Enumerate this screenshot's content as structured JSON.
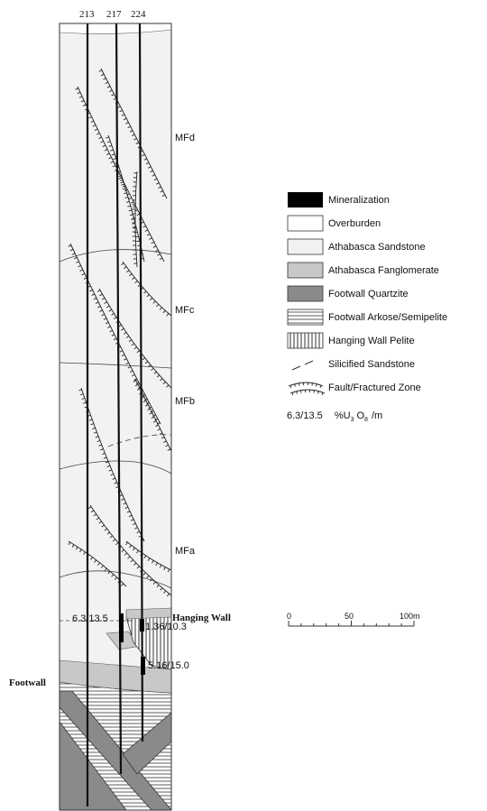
{
  "drillholes": [
    "213",
    "217",
    "224"
  ],
  "zones": [
    "MFd",
    "MFc",
    "MFb",
    "MFa"
  ],
  "labels": {
    "hanging_wall": "Hanging Wall",
    "footwall": "Footwall"
  },
  "intercepts": [
    "6.3/13.5",
    "1.36/10.3",
    "5.16/15.0"
  ],
  "legend": {
    "items": [
      {
        "label": "Mineralization",
        "symbol": "mineralization"
      },
      {
        "label": "Overburden",
        "symbol": "overburden"
      },
      {
        "label": "Athabasca Sandstone",
        "symbol": "sandstone"
      },
      {
        "label": "Athabasca Fanglomerate",
        "symbol": "fanglomerate"
      },
      {
        "label": "Footwall Quartzite",
        "symbol": "quartzite"
      },
      {
        "label": "Footwall Arkose/Semipelite",
        "symbol": "arkose"
      },
      {
        "label": "Hanging Wall Pelite",
        "symbol": "pelite"
      },
      {
        "label": "Silicified Sandstone",
        "symbol": "silicified"
      },
      {
        "label": "Fault/Fractured Zone",
        "symbol": "fault"
      }
    ],
    "grade_example": "6.3/13.5",
    "grade_units_prefix": "%U",
    "grade_units_sub1": "3",
    "grade_units_mid": "O",
    "grade_units_sub2": "8",
    "grade_units_suffix": "/m"
  },
  "scale_bar": {
    "ticks": [
      "0",
      "50",
      "100m"
    ]
  },
  "colors": {
    "mineralization": "#000000",
    "overburden": "#ffffff",
    "sandstone": "#f2f2f2",
    "fanglomerate": "#c8c8c8",
    "quartzite": "#8a8a8a",
    "line": "#1a1a1a"
  }
}
